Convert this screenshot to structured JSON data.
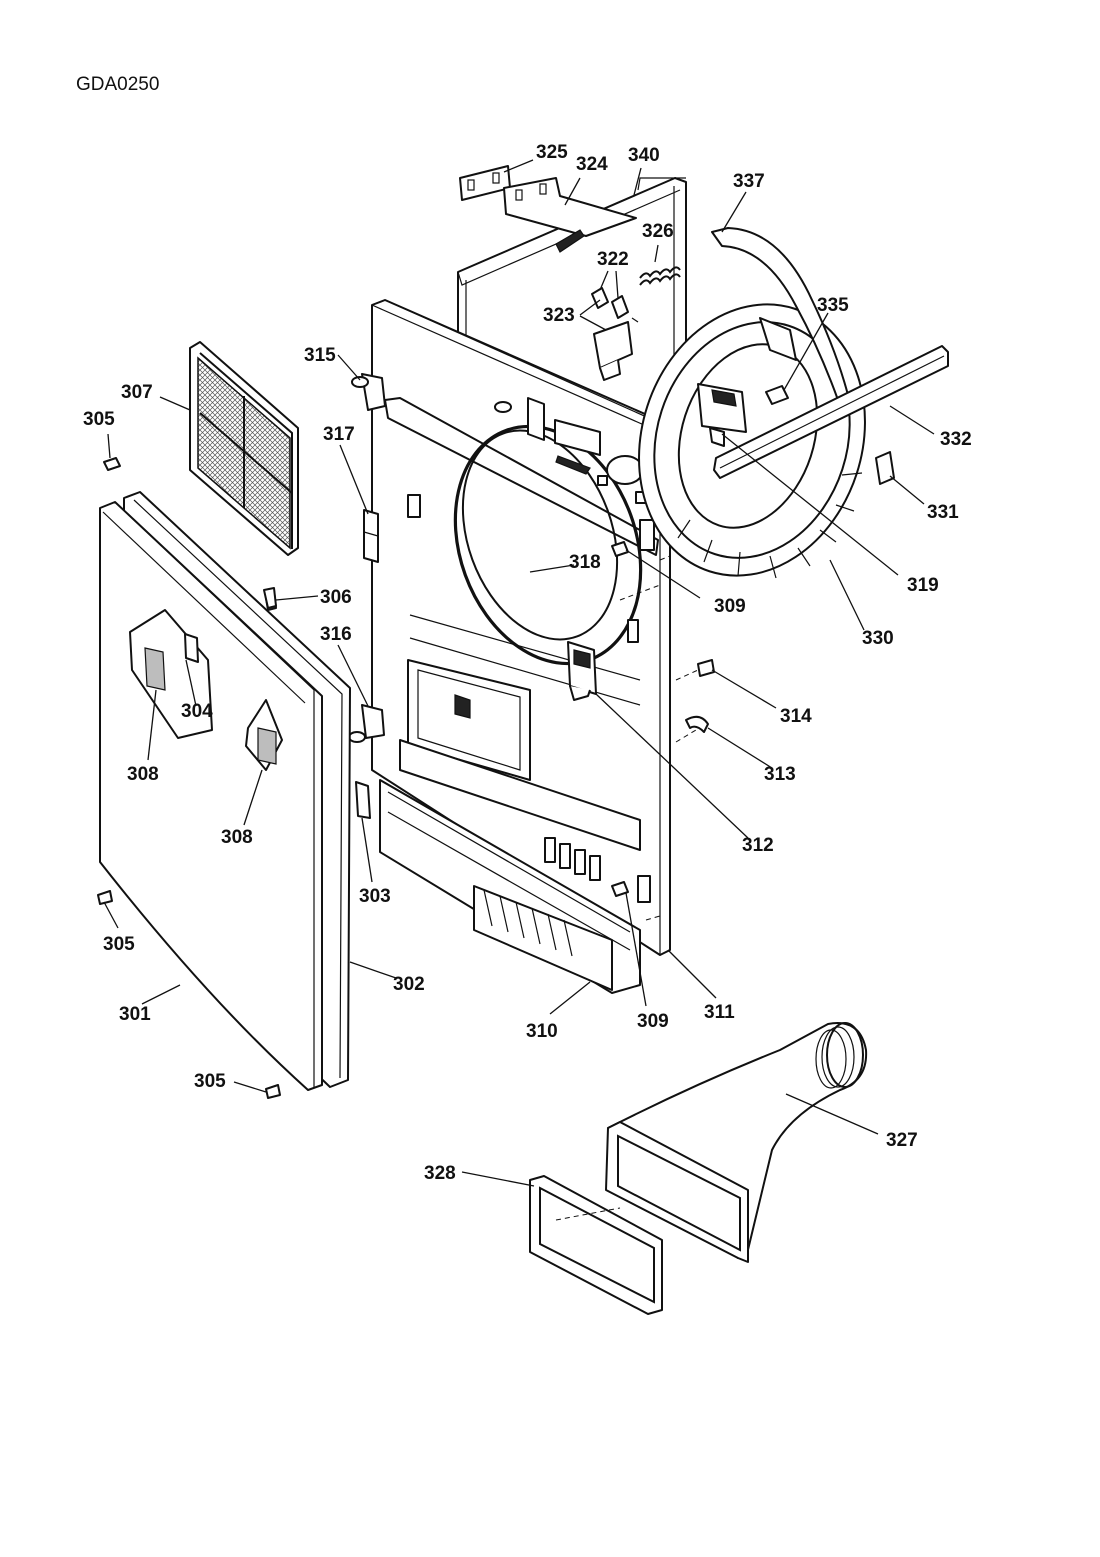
{
  "document_code": "GDA0250",
  "callouts": [
    {
      "id": "c325",
      "label": "325"
    },
    {
      "id": "c324",
      "label": "324"
    },
    {
      "id": "c340",
      "label": "340"
    },
    {
      "id": "c337",
      "label": "337"
    },
    {
      "id": "c326",
      "label": "326"
    },
    {
      "id": "c322",
      "label": "322"
    },
    {
      "id": "c323",
      "label": "323"
    },
    {
      "id": "c335",
      "label": "335"
    },
    {
      "id": "c315",
      "label": "315"
    },
    {
      "id": "c307",
      "label": "307"
    },
    {
      "id": "c332",
      "label": "332"
    },
    {
      "id": "c305a",
      "label": "305"
    },
    {
      "id": "c317",
      "label": "317"
    },
    {
      "id": "c331",
      "label": "331"
    },
    {
      "id": "c318",
      "label": "318"
    },
    {
      "id": "c319",
      "label": "319"
    },
    {
      "id": "c306",
      "label": "306"
    },
    {
      "id": "c309a",
      "label": "309"
    },
    {
      "id": "c316",
      "label": "316"
    },
    {
      "id": "c330",
      "label": "330"
    },
    {
      "id": "c304",
      "label": "304"
    },
    {
      "id": "c314",
      "label": "314"
    },
    {
      "id": "c308a",
      "label": "308"
    },
    {
      "id": "c313",
      "label": "313"
    },
    {
      "id": "c308b",
      "label": "308"
    },
    {
      "id": "c312",
      "label": "312"
    },
    {
      "id": "c303",
      "label": "303"
    },
    {
      "id": "c305b",
      "label": "305"
    },
    {
      "id": "c302",
      "label": "302"
    },
    {
      "id": "c301",
      "label": "301"
    },
    {
      "id": "c311",
      "label": "311"
    },
    {
      "id": "c309b",
      "label": "309"
    },
    {
      "id": "c310",
      "label": "310"
    },
    {
      "id": "c305c",
      "label": "305"
    },
    {
      "id": "c327",
      "label": "327"
    },
    {
      "id": "c328",
      "label": "328"
    }
  ]
}
